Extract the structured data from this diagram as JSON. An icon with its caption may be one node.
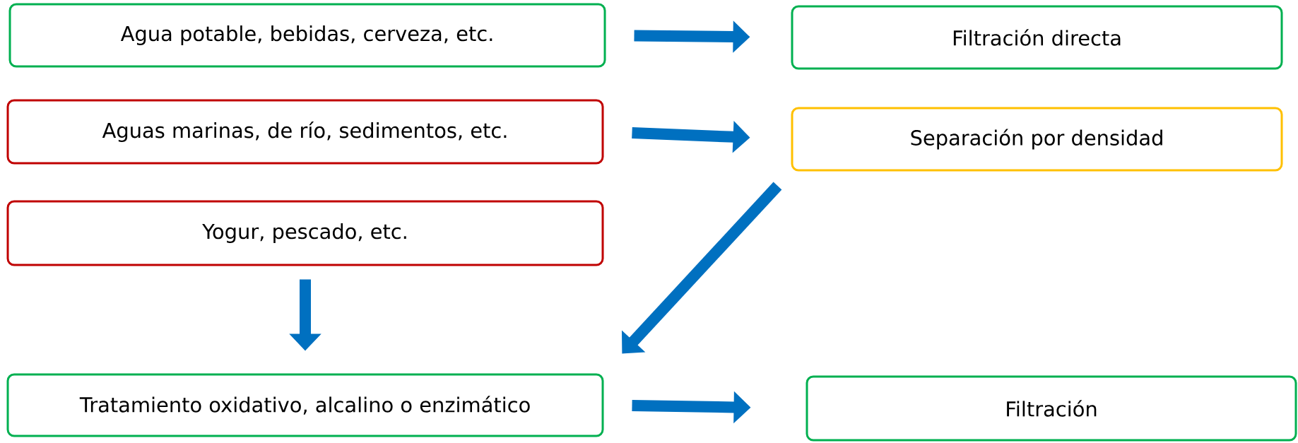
{
  "diagram": {
    "nodes": [
      {
        "text": [
          "Agua potable, bebidas, cerveza, etc."
        ]
      },
      {
        "text": [
          "Filtración directa"
        ]
      },
      {
        "text": [
          "Aguas marinas, de río, sedimentos, etc."
        ]
      },
      {
        "text": [
          "Separación por densidad"
        ]
      },
      {
        "text": [
          "Yogur, pescado, etc."
        ]
      },
      {
        "text": [
          "Tratamiento oxidativo, alcalino o enzimático"
        ]
      },
      {
        "text": [
          "Filtración"
        ]
      }
    ],
    "edges": [
      {
        "from": 0,
        "to": 1,
        "arrow": "to"
      },
      {
        "from": 2,
        "to": 3,
        "arrow": "to"
      },
      {
        "from": 3,
        "to": 5,
        "arrow": "to"
      },
      {
        "from": 4,
        "to": 5,
        "arrow": "to"
      },
      {
        "from": 5,
        "to": 6,
        "arrow": "to"
      }
    ]
  }
}
